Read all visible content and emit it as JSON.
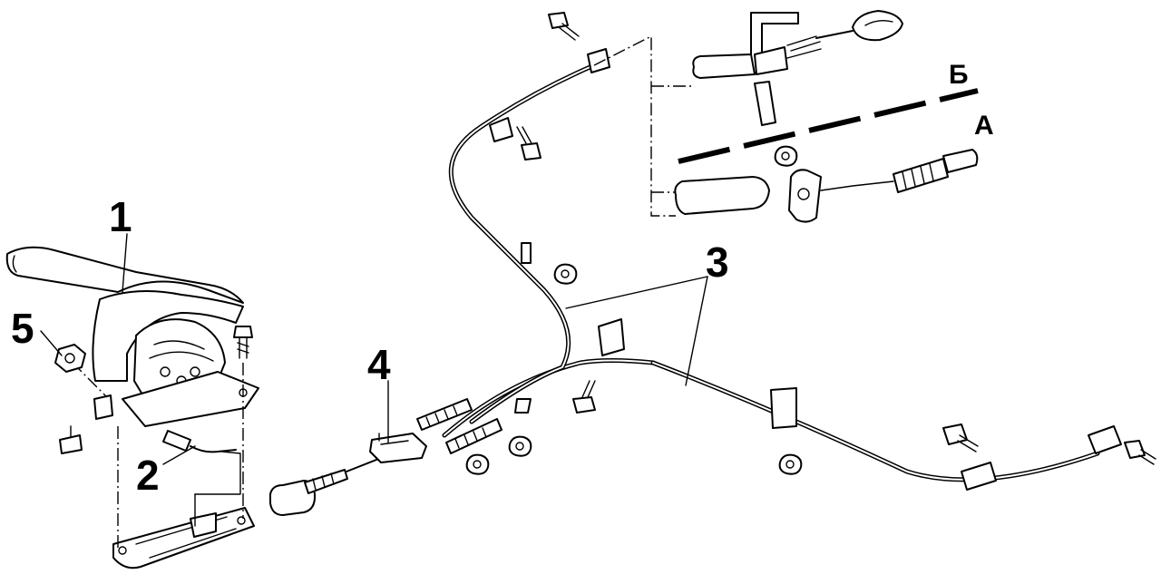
{
  "callouts": {
    "c1": "1",
    "c2": "2",
    "c3": "3",
    "c4": "4",
    "c5": "5"
  },
  "sections": {
    "upper": "Б",
    "lower": "А"
  },
  "colors": {
    "ink": "#000000",
    "paper": "#ffffff"
  }
}
